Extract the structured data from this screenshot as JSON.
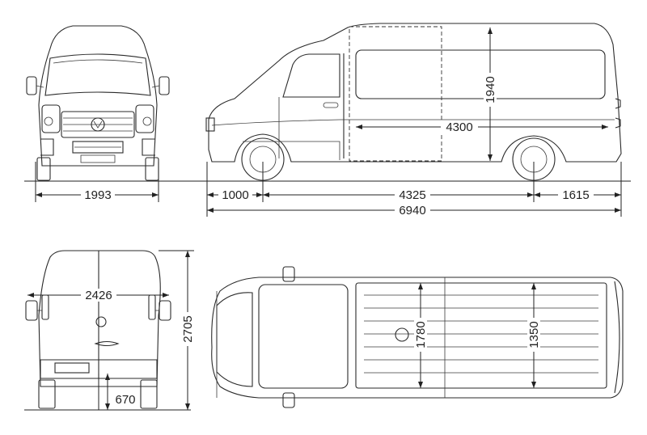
{
  "dimensions": {
    "front_width": "1993",
    "front_overhang": "1000",
    "wheelbase": "4325",
    "rear_overhang": "1615",
    "overall_length": "6940",
    "height": "1940",
    "cargo_length": "4300",
    "width_mirrors": "2426",
    "overall_height": "2705",
    "load_sill_height": "670",
    "cargo_width": "1780",
    "width_between_arches": "1350"
  },
  "colors": {
    "line": "#2a2a2a",
    "background": "#ffffff"
  }
}
